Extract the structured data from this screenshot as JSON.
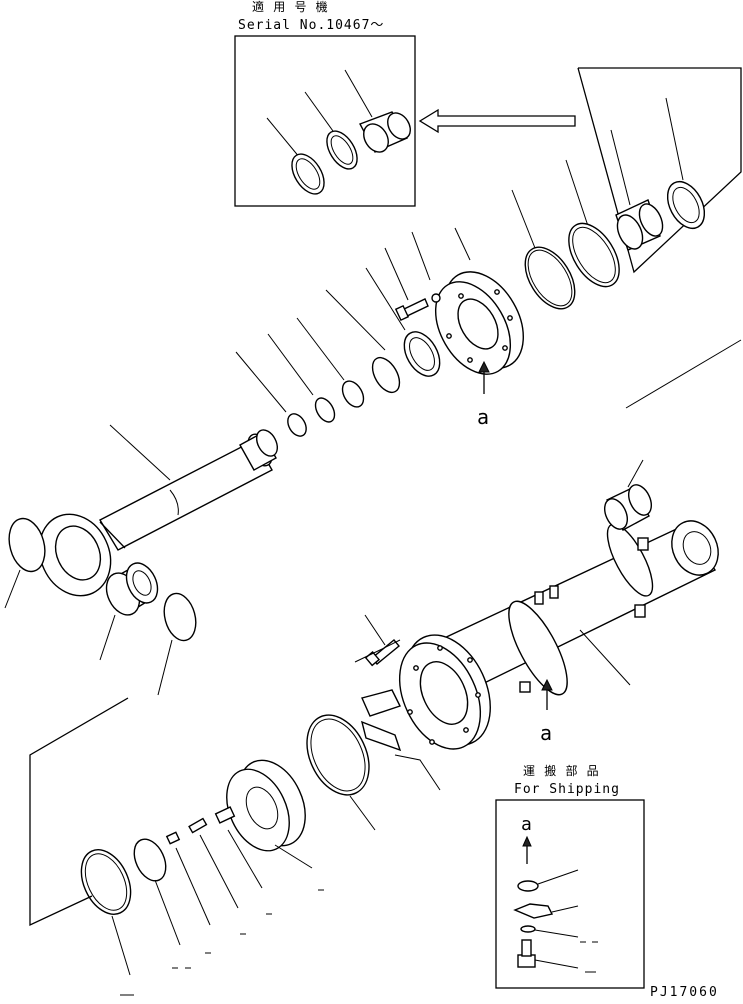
{
  "serial_box": {
    "title_jp": "適 用 号 機",
    "serial": "Serial No.10467〜"
  },
  "shipping_box": {
    "title_jp": "運 搬 部 品",
    "title_en": "For Shipping",
    "view_label": "a"
  },
  "view_labels": {
    "head": "a",
    "tube": "a"
  },
  "drawing_code": "PJ17060"
}
